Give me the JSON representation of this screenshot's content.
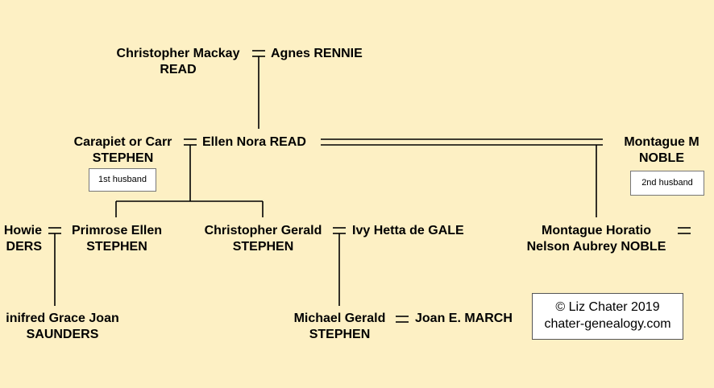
{
  "people": {
    "christopher_mackay": [
      "Christopher Mackay",
      "READ"
    ],
    "agnes_rennie": [
      "Agnes RENNIE"
    ],
    "carapiet_stephen": [
      "Carapiet or Carr",
      "STEPHEN"
    ],
    "ellen_nora_read": [
      "Ellen Nora READ"
    ],
    "montague_m_noble": [
      "Montague M",
      "NOBLE"
    ],
    "howie_saunders": [
      "Howie",
      "DERS"
    ],
    "primrose_ellen_stephen": [
      "Primrose Ellen",
      "STEPHEN"
    ],
    "christopher_gerald_stephen": [
      "Christopher Gerald",
      "STEPHEN"
    ],
    "ivy_hetta_de_gale": [
      "Ivy Hetta de GALE"
    ],
    "montague_horatio_noble": [
      "Montague Horatio",
      "Nelson Aubrey NOBLE"
    ],
    "winifred_grace_joan_saunders": [
      "inifred Grace Joan",
      "SAUNDERS"
    ],
    "michael_gerald_stephen": [
      "Michael Gerald",
      "STEPHEN"
    ],
    "joan_e_march": [
      "Joan E. MARCH"
    ]
  },
  "notes": {
    "first_husband": "1st husband",
    "second_husband": "2nd husband"
  },
  "credit": {
    "copyright": "© Liz Chater 2019",
    "website": "chater-genealogy.com"
  }
}
